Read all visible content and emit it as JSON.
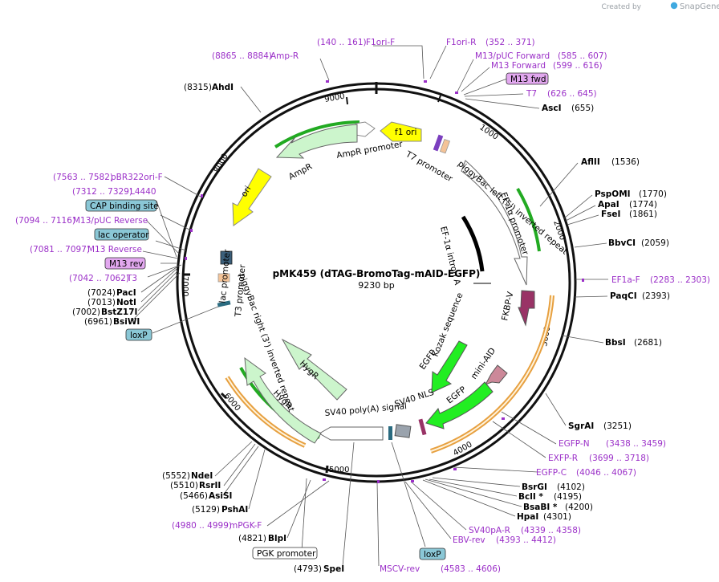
{
  "brand": {
    "created_by": "Created by",
    "name": "SnapGene"
  },
  "plasmid": {
    "name": "pMK459 (dTAG-BromoTag-mAID-EGFP)",
    "length_label": "9230 bp"
  },
  "ticks": [
    "1000",
    "2000",
    "3000",
    "4000",
    "5000",
    "6000",
    "7000",
    "8000",
    "9000"
  ],
  "enzymes": [
    {
      "name": "AhdI",
      "pos": "(8315)"
    },
    {
      "name": "AscI",
      "pos": "(655)"
    },
    {
      "name": "AflII",
      "pos": "(1536)"
    },
    {
      "name": "PspOMI",
      "pos": "(1770)"
    },
    {
      "name": "ApaI",
      "pos": "(1774)"
    },
    {
      "name": "FseI",
      "pos": "(1861)"
    },
    {
      "name": "BbvCI",
      "pos": "(2059)"
    },
    {
      "name": "PaqCI",
      "pos": "(2393)"
    },
    {
      "name": "BbsI",
      "pos": "(2681)"
    },
    {
      "name": "SgrAI",
      "pos": "(3251)"
    },
    {
      "name": "BsrGI",
      "pos": "(4102)"
    },
    {
      "name": "BclI *",
      "pos": "(4195)"
    },
    {
      "name": "BsaBI *",
      "pos": "(4200)"
    },
    {
      "name": "HpaI",
      "pos": "(4301)"
    },
    {
      "name": "SpeI",
      "pos": "(4793)"
    },
    {
      "name": "BlpI",
      "pos": "(4821)"
    },
    {
      "name": "PshAI",
      "pos": "(5129)"
    },
    {
      "name": "AsiSI",
      "pos": "(5466)"
    },
    {
      "name": "RsrII",
      "pos": "(5510)"
    },
    {
      "name": "NdeI",
      "pos": "(5552)"
    },
    {
      "name": "PacI",
      "pos": "(7024)"
    },
    {
      "name": "NotI",
      "pos": "(7013)"
    },
    {
      "name": "BstZ17I",
      "pos": "(7002)"
    },
    {
      "name": "BsiWI",
      "pos": "(6961)"
    }
  ],
  "primers": [
    {
      "name": "F1ori-F",
      "range": "(140 .. 161)"
    },
    {
      "name": "F1ori-R",
      "range": "(352 .. 371)"
    },
    {
      "name": "Amp-R",
      "range": "(8865 .. 8884)"
    },
    {
      "name": "M13/pUC Forward",
      "range": "(585 .. 607)"
    },
    {
      "name": "M13 Forward",
      "range": "(599 .. 616)"
    },
    {
      "name": "T7",
      "range": "(626 .. 645)"
    },
    {
      "name": "EF1a-F",
      "range": "(2283 .. 2303)"
    },
    {
      "name": "EGFP-N",
      "range": "(3438 .. 3459)"
    },
    {
      "name": "EXFP-R",
      "range": "(3699 .. 3718)"
    },
    {
      "name": "EGFP-C",
      "range": "(4046 .. 4067)"
    },
    {
      "name": "SV40pA-R",
      "range": "(4339 .. 4358)"
    },
    {
      "name": "EBV-rev",
      "range": "(4393 .. 4412)"
    },
    {
      "name": "MSCV-rev",
      "range": "(4583 .. 4606)"
    },
    {
      "name": "mPGK-F",
      "range": "(4980 .. 4999)"
    },
    {
      "name": "pBR322ori-F",
      "range": "(7563 .. 7582)"
    },
    {
      "name": "L4440",
      "range": "(7312 .. 7329)"
    },
    {
      "name": "M13/pUC Reverse",
      "range": "(7094 .. 7116)"
    },
    {
      "name": "M13 Reverse",
      "range": "(7081 .. 7097)"
    },
    {
      "name": "T3",
      "range": "(7042 .. 7062)"
    }
  ],
  "boxes": {
    "m13fwd": "M13 fwd",
    "cap": "CAP binding site",
    "lacop": "lac operator",
    "m13rev": "M13 rev",
    "loxp_left": "loxP",
    "loxp_bottom": "loxP",
    "pgk": "PGK promoter"
  },
  "features": {
    "f1ori": "f1 ori",
    "ampr_prom": "AmpR promoter",
    "ampr": "AmpR",
    "ori": "ori",
    "t7prom": "T7 promoter",
    "piggybac_left": "piggyBac left (5') inverted repeat",
    "ef1a_prom": "EF-1α promoter",
    "ef1a_intron": "EF-1α intron A",
    "fkbp": "FKBP-V",
    "kozak": "Kozak sequence",
    "egfp1": "EGFP",
    "miniaid": "mini-AID",
    "egfp2": "EGFP",
    "sv40nls": "SV40 NLS",
    "sv40polya": "SV40 poly(A) signal",
    "hygr1": "HygR",
    "hygr2": "HygR",
    "piggybac_right": "piggyBac right (3') inverted repeat",
    "lacprom": "lac promoter",
    "t3prom": "T3 promoter"
  },
  "colors": {
    "backbone": "#111111",
    "primer": "#9b30c8",
    "ori": "#ffff00",
    "resistance": "#ccf5cc",
    "promoter": "#ffffff",
    "degron": "#993366",
    "egfp": "#22ee22",
    "miniaid": "#cc8899",
    "box_blue": "#8ac7d6",
    "box_purple": "#e2a8ef",
    "gold": "#e7a040"
  }
}
